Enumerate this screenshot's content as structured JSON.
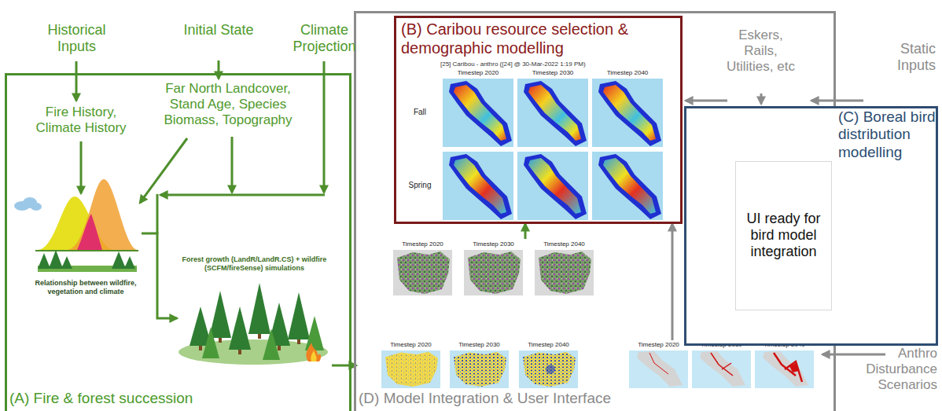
{
  "diagram": {
    "nodes": [
      {
        "text": [
          "(A) Fire & forest succession"
        ]
      },
      {
        "text": [
          "Relationship between wildfire, vegetation and climate"
        ],
        "in": 0
      },
      {
        "text": [
          "Forest growth (LandR/LandR.CS) + wildfire (SCFM/fireSense) simulations"
        ],
        "in": 0
      },
      {
        "text": [
          "(D) Model Integration & User Interface"
        ]
      },
      {
        "text": [
          "(B) Caribou resource selection & demographic modelling",
          "[25] Caribou - anthro ([24] @ 30-Mar-2022 1:19 PM)",
          "Timestep 2020",
          "Timestep 2030",
          "Timestep 2040",
          "Fall",
          "Spring"
        ],
        "in": 3
      },
      {
        "text": [
          "Timestep 2020",
          "Timestep 2030",
          "Timestep 2040"
        ],
        "in": 3
      },
      {
        "text": [
          "Timestep 2020",
          "Timestep 2030",
          "Timestep 2040"
        ],
        "in": 3
      },
      {
        "text": [
          "Timestep 2020",
          "Timestep 2030",
          "Timestep 2040"
        ],
        "in": 3
      },
      {
        "text": [
          "(C) Boreal bird distribution modelling"
        ]
      },
      {
        "text": [
          "UI ready for bird model integration"
        ],
        "in": 8
      }
    ],
    "edges": [
      {
        "from": 1,
        "to": 2,
        "arrow": "to"
      },
      {
        "from": 2,
        "to": 6,
        "arrow": "to"
      },
      {
        "from": 5,
        "to": 4,
        "arrow": "to"
      },
      {
        "from": 7,
        "to": 4,
        "arrow": "to"
      }
    ],
    "labels": [
      "Historical Inputs",
      "Initial State",
      "Climate Projection",
      "Fire History, Climate History",
      "Far North Landcover, Stand Age, Species Biomass, Topography",
      "Eskers, Rails, Utilities, etc",
      "Static Inputs",
      "Anthro Disturbance Scenarios"
    ]
  }
}
